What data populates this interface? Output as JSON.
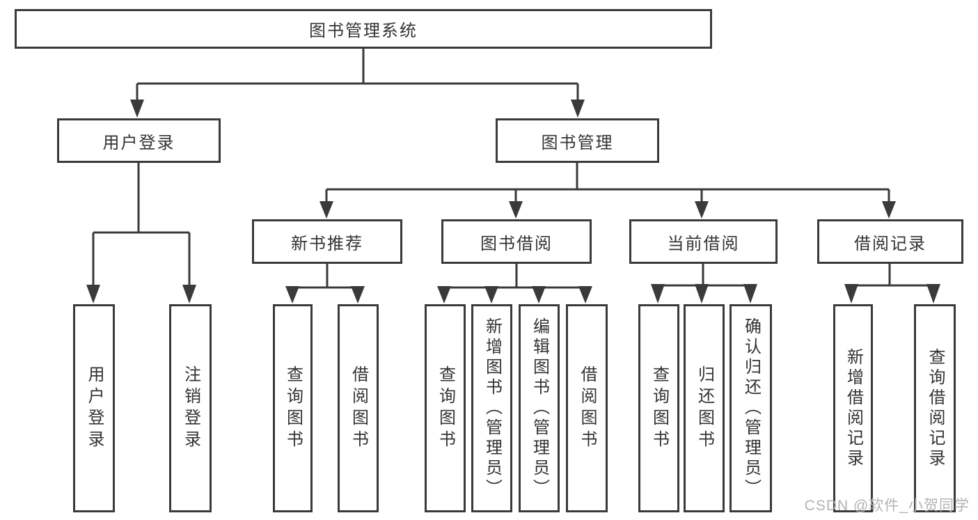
{
  "page": {
    "background": "#ffffff",
    "line_color": "#3a3a3a",
    "box_border_color": "#3a3a3a",
    "text_color": "#333333",
    "watermark_color": "#b3b3b3"
  },
  "tree": {
    "root": {
      "label": "图书管理系统"
    },
    "user_login": {
      "label": "用户登录",
      "children": {
        "login": {
          "label": "用户登录"
        },
        "logout": {
          "label": "注销登录"
        }
      }
    },
    "book_mgmt": {
      "label": "图书管理",
      "children": {
        "new_book_rec": {
          "label": "新书推荐",
          "children": {
            "query_books": {
              "label": "查询图书"
            },
            "borrow_books": {
              "label": "借阅图书"
            }
          }
        },
        "book_borrow": {
          "label": "图书借阅",
          "children": {
            "query_books": {
              "label": "查询图书"
            },
            "add_books": {
              "label": "新增图书（管理员）"
            },
            "edit_books": {
              "label": "编辑图书（管理员）"
            },
            "borrow_books": {
              "label": "借阅图书"
            }
          }
        },
        "current_borrow": {
          "label": "当前借阅",
          "children": {
            "query_books": {
              "label": "查询图书"
            },
            "return_books": {
              "label": "归还图书"
            },
            "confirm_return": {
              "label": "确认归还（管理员）"
            }
          }
        },
        "borrow_record": {
          "label": "借阅记录",
          "children": {
            "add_record": {
              "label": "新增借阅记录"
            },
            "query_record": {
              "label": "查询借阅记录"
            }
          }
        }
      }
    }
  },
  "watermark": {
    "text": "CSDN @软件_小贺同学"
  }
}
